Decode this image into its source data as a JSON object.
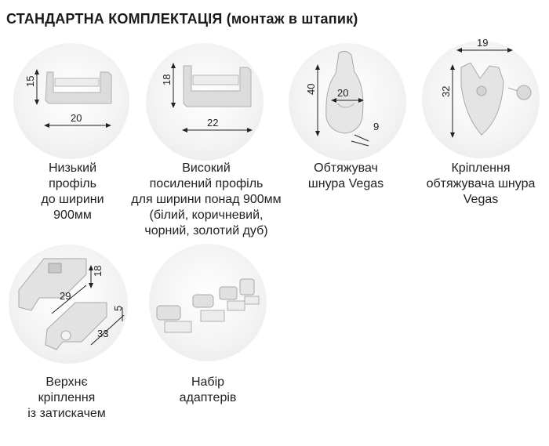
{
  "header": {
    "title": "СТАНДАРТНА  КОМПЛЕКТАЦІЯ (монтаж в штапик)"
  },
  "items": [
    {
      "caption": [
        "Низький",
        "профіль",
        "до ширини",
        "900мм"
      ],
      "dims": {
        "height": "15",
        "width": "20"
      }
    },
    {
      "caption": [
        "Високий",
        "посилений профіль",
        "для ширини понад 900мм",
        "(білий, коричневий,",
        "чорний, золотий дуб)"
      ],
      "dims": {
        "height": "18",
        "width": "22"
      }
    },
    {
      "caption": [
        "Обтяжувач",
        "шнура Vegas"
      ],
      "dims": {
        "height": "40",
        "width": "20",
        "depth": "9"
      }
    },
    {
      "caption": [
        "Кріплення",
        "обтяжувача шнура",
        "Vegas"
      ],
      "dims": {
        "width": "19",
        "height": "32"
      }
    },
    {
      "caption": [
        "Верхнє",
        "кріплення",
        "із затискачем"
      ],
      "dims": {
        "a": "18",
        "b": "29",
        "c": "5",
        "d": "33"
      }
    },
    {
      "caption": [
        "Набір",
        "адаптерів"
      ]
    }
  ]
}
